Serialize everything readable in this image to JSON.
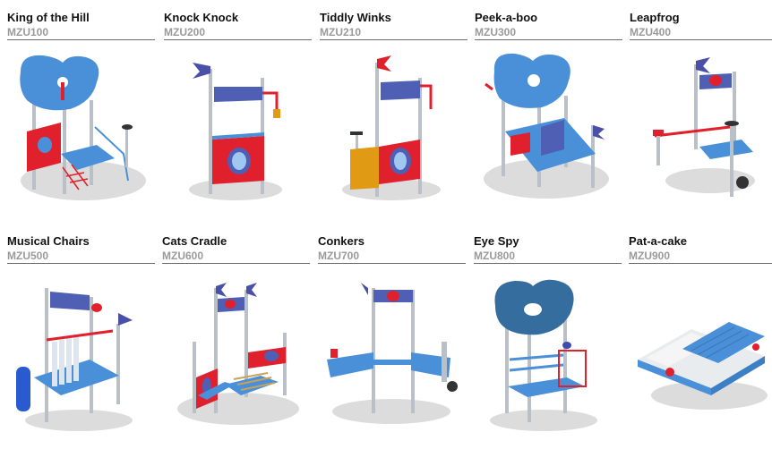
{
  "products": [
    {
      "name": "King of the Hill",
      "code": "MZU100",
      "image": "play-structure-with-blue-canopy-and-rope-net"
    },
    {
      "name": "Knock Knock",
      "code": "MZU200",
      "image": "play-panel-with-porthole-and-flag"
    },
    {
      "name": "Tiddly Winks",
      "code": "MZU210",
      "image": "play-panel-with-orange-game-panel"
    },
    {
      "name": "Peek-a-boo",
      "code": "MZU300",
      "image": "play-structure-with-blue-canopy-and-slide"
    },
    {
      "name": "Leapfrog",
      "code": "MZU400",
      "image": "play-frame-with-seat-and-wheel"
    },
    {
      "name": "Musical Chairs",
      "code": "MZU500",
      "image": "play-tower-with-chimes"
    },
    {
      "name": "Cats Cradle",
      "code": "MZU600",
      "image": "play-tower-with-ladder-bridge"
    },
    {
      "name": "Conkers",
      "code": "MZU700",
      "image": "arch-frame-with-two-platforms"
    },
    {
      "name": "Eye Spy",
      "code": "MZU800",
      "image": "tower-with-blue-canopy-and-ladder"
    },
    {
      "name": "Pat-a-cake",
      "code": "MZU900",
      "image": "sandbox-with-blue-lid"
    }
  ],
  "colors": {
    "blue": "#4a90d9",
    "navy": "#4f5fb3",
    "red": "#e0202c",
    "orange": "#e09a14",
    "steel": "#b9c0c8",
    "shadow": "#dcdcdc",
    "flag": "#4a4fa8"
  }
}
